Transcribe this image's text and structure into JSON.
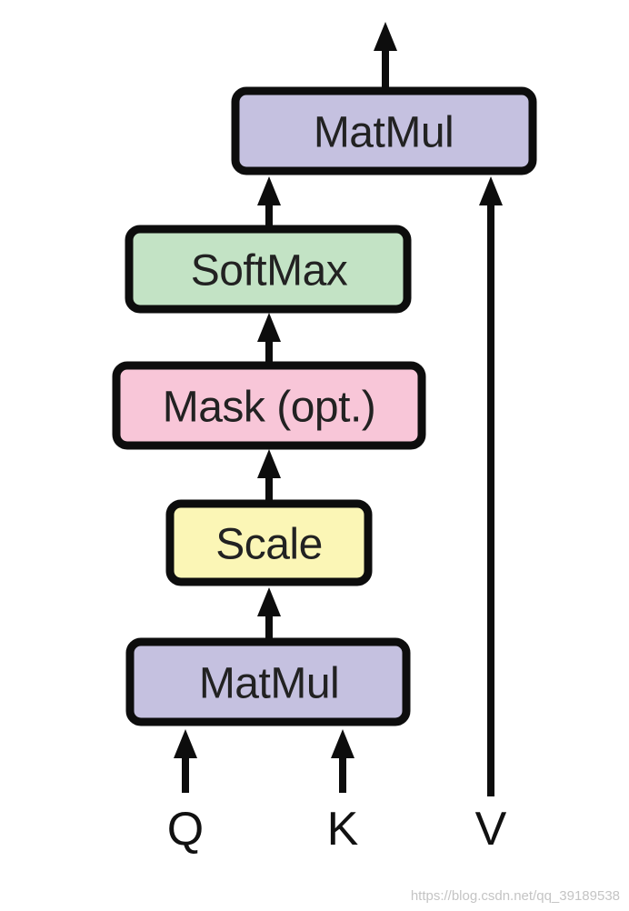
{
  "diagram": {
    "nodes": {
      "matmul_top": {
        "label": "MatMul",
        "fill": "#c5c1e0"
      },
      "softmax": {
        "label": "SoftMax",
        "fill": "#c3e3c5"
      },
      "mask": {
        "label": "Mask (opt.)",
        "fill": "#f8c6d8"
      },
      "scale": {
        "label": "Scale",
        "fill": "#fbf6b6"
      },
      "matmul_bottom": {
        "label": "MatMul",
        "fill": "#c5c1e0"
      }
    },
    "inputs": {
      "q": "Q",
      "k": "K",
      "v": "V"
    },
    "edges": [
      {
        "from": "Q",
        "to": "MatMul"
      },
      {
        "from": "K",
        "to": "MatMul"
      },
      {
        "from": "MatMul",
        "to": "Scale"
      },
      {
        "from": "Scale",
        "to": "Mask (opt.)"
      },
      {
        "from": "Mask (opt.)",
        "to": "SoftMax"
      },
      {
        "from": "SoftMax",
        "to": "MatMul"
      },
      {
        "from": "V",
        "to": "MatMul"
      }
    ],
    "colors": {
      "stroke": "#0d0d0d",
      "text": "#222222"
    }
  },
  "watermark": "https://blog.csdn.net/qq_39189538"
}
